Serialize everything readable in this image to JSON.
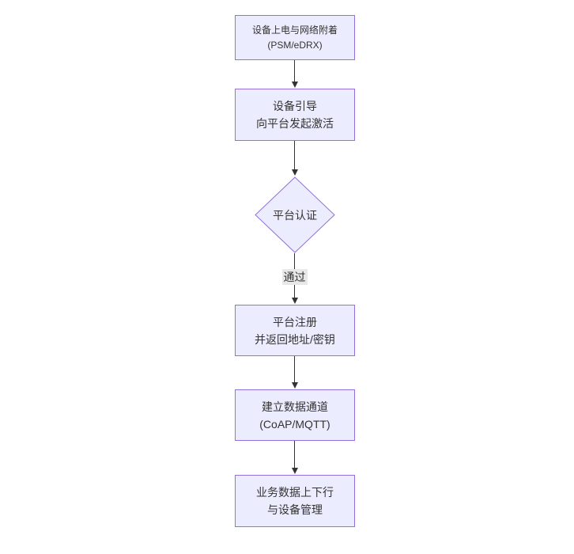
{
  "diagram": {
    "type": "flowchart",
    "direction": "top-down",
    "background": "#ffffff",
    "colors": {
      "node_fill": "#ECECFF",
      "node_border": "#9370DB",
      "node_text": "#333333",
      "edge_line": "#333333",
      "edge_label_bg": "#e8e8e8",
      "edge_label_text": "#333333"
    },
    "nodes": [
      {
        "id": "power-attach",
        "shape": "rectangle",
        "lines": [
          "设备上电与网络附着",
          "(PSM/eDRX)"
        ]
      },
      {
        "id": "bootstrap",
        "shape": "rectangle",
        "lines": [
          "设备引导",
          "向平台发起激活"
        ]
      },
      {
        "id": "platform-auth",
        "shape": "diamond",
        "lines": [
          "平台认证"
        ]
      },
      {
        "id": "register",
        "shape": "rectangle",
        "lines": [
          "平台注册",
          "并返回地址/密钥"
        ]
      },
      {
        "id": "data-channel",
        "shape": "rectangle",
        "lines": [
          "建立数据通道",
          "(CoAP/MQTT)"
        ]
      },
      {
        "id": "business-data",
        "shape": "rectangle",
        "lines": [
          "业务数据上下行",
          "与设备管理"
        ]
      }
    ],
    "edges": [
      {
        "from": "power-attach",
        "to": "bootstrap",
        "label": ""
      },
      {
        "from": "bootstrap",
        "to": "platform-auth",
        "label": ""
      },
      {
        "from": "platform-auth",
        "to": "register",
        "label": "通过"
      },
      {
        "from": "register",
        "to": "data-channel",
        "label": ""
      },
      {
        "from": "data-channel",
        "to": "business-data",
        "label": ""
      }
    ]
  }
}
